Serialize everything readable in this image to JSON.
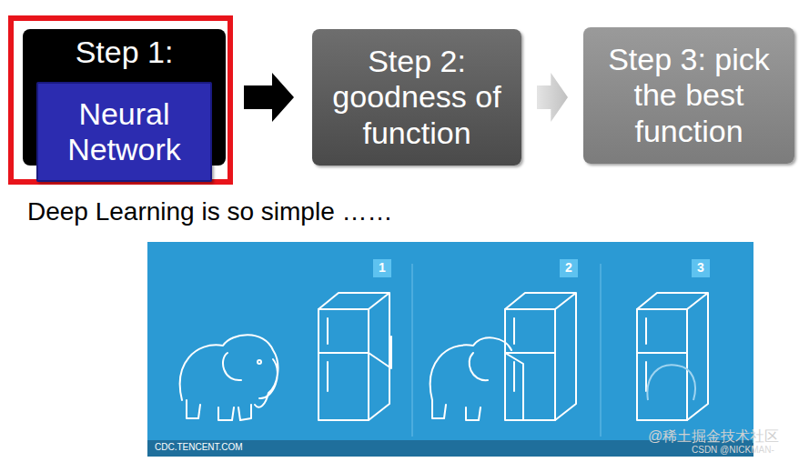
{
  "diagram": {
    "nodes": [
      {
        "text": [
          "Step 1:"
        ]
      },
      {
        "text": [
          "Neural Network"
        ],
        "in": 0
      },
      {
        "text": [
          "Step 2: goodness of function"
        ]
      },
      {
        "text": [
          "Step 3: pick the best function"
        ]
      }
    ],
    "edges": [
      {
        "from": 0,
        "to": 2,
        "arrow": "to"
      },
      {
        "from": 2,
        "to": 3,
        "arrow": "to"
      }
    ],
    "labels": [
      "Deep Learning is so simple ……",
      "1",
      "2",
      "3",
      "CDC.TENCENT.COM",
      "@稀土掘金技术社区",
      "CSDN @NICKMAN-"
    ]
  }
}
